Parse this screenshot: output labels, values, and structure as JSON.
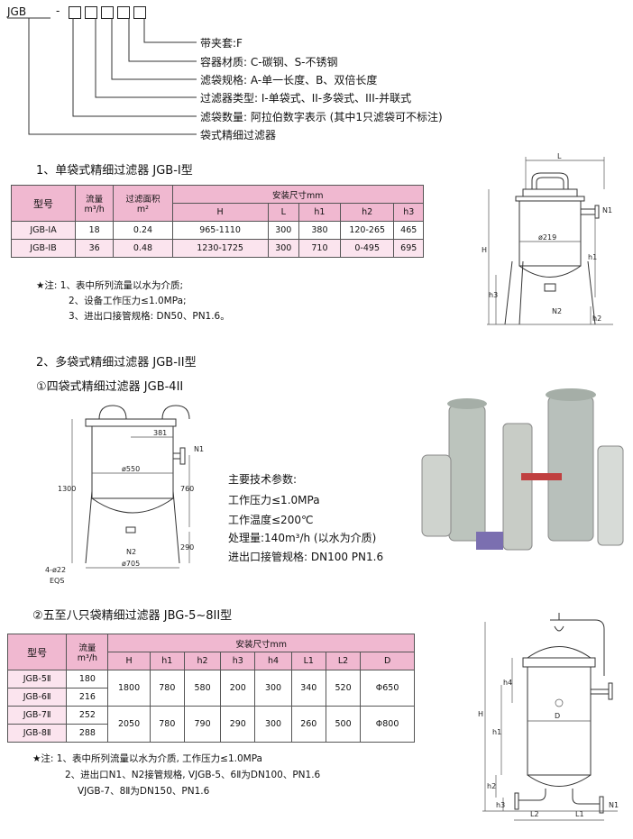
{
  "code": {
    "prefix": "JGB",
    "dash": "-",
    "lines": [
      "带夹套:F",
      "容器材质: C-碳钢、S-不锈钢",
      "滤袋规格: A-单一长度、B、双倍长度",
      "过滤器类型: I-单袋式、II-多袋式、III-并联式",
      "滤袋数量: 阿拉伯数字表示 (其中1只滤袋可不标注)",
      "袋式精细过滤器"
    ]
  },
  "section1": {
    "title": "1、单袋式精细过滤器 JGB-I型",
    "table": {
      "h_model": "型号",
      "h_flow": "流量",
      "h_flow_unit": "m³/h",
      "h_area": "过滤面积",
      "h_area_unit": "m²",
      "h_install": "安装尺寸mm",
      "sub": [
        "H",
        "L",
        "h1",
        "h2",
        "h3"
      ],
      "rows": [
        {
          "model": "JGB-IA",
          "flow": "18",
          "area": "0.24",
          "H": "965-1110",
          "L": "300",
          "h1": "380",
          "h2": "120-265",
          "h3": "465"
        },
        {
          "model": "JGB-IB",
          "flow": "36",
          "area": "0.48",
          "H": "1230-1725",
          "L": "300",
          "h1": "710",
          "h2": "0-495",
          "h3": "695"
        }
      ]
    },
    "notes": [
      "★注: 1、表中所列流量以水为介质;",
      "2、设备工作压力≤1.0MPa;",
      "3、进出口接管规格: DN50、PN1.6。"
    ],
    "drawing": {
      "L": "L",
      "N1": "N1",
      "N2": "N2",
      "H": "H",
      "h1": "h1",
      "h2": "h2",
      "h3": "h3",
      "dia": "ø219"
    }
  },
  "section2": {
    "title": "2、多袋式精细过滤器 JGB-II型",
    "sub1": "①四袋式精细过滤器 JGB-4II",
    "drawing1": {
      "d381": "381",
      "N1": "N1",
      "d550": "ø550",
      "d1300": "1300",
      "d760": "760",
      "d290": "290",
      "N2": "N2",
      "d705": "ø705",
      "holes": "4-ø22",
      "eqs": "EQS"
    },
    "params_title": "主要技术参数:",
    "params": [
      "工作压力≤1.0MPa",
      "工作温度≤200℃",
      "处理量:140m³/h (以水为介质)",
      "进出口接管规格: DN100    PN1.6"
    ],
    "sub2": "②五至八只袋精细过滤器 JBG-5~8II型",
    "table2": {
      "h_model": "型号",
      "h_flow": "流量",
      "h_flow_unit": "m³/h",
      "h_install": "安装尺寸mm",
      "sub": [
        "H",
        "h1",
        "h2",
        "h3",
        "h4",
        "L1",
        "L2",
        "D"
      ],
      "models": [
        {
          "model": "JGB-5Ⅱ",
          "flow": "180"
        },
        {
          "model": "JGB-6Ⅱ",
          "flow": "216"
        },
        {
          "model": "JGB-7Ⅱ",
          "flow": "252"
        },
        {
          "model": "JGB-8Ⅱ",
          "flow": "288"
        }
      ],
      "groups": [
        {
          "H": "1800",
          "h1": "780",
          "h2": "580",
          "h3": "200",
          "h4": "300",
          "L1": "340",
          "L2": "520",
          "D": "Φ650"
        },
        {
          "H": "2050",
          "h1": "780",
          "h2": "790",
          "h3": "290",
          "h4": "300",
          "L1": "260",
          "L2": "500",
          "D": "Φ800"
        }
      ]
    },
    "notes2": [
      "★注: 1、表中所列流量以水为介质, 工作压力≤1.0MPa",
      "2、进出口N1、N2接管规格, VJGB-5、6Ⅱ为DN100、PN1.6",
      "VJGB-7、8Ⅱ为DN150、PN1.6"
    ],
    "drawing2": {
      "H": "H",
      "h1": "h1",
      "h2": "h2",
      "h3": "h3",
      "h4": "h4",
      "D": "D",
      "L1": "L1",
      "L2": "L2",
      "N1": "N1"
    }
  },
  "colors": {
    "header": "#f0b8d0",
    "row": "#fbe4ee"
  }
}
